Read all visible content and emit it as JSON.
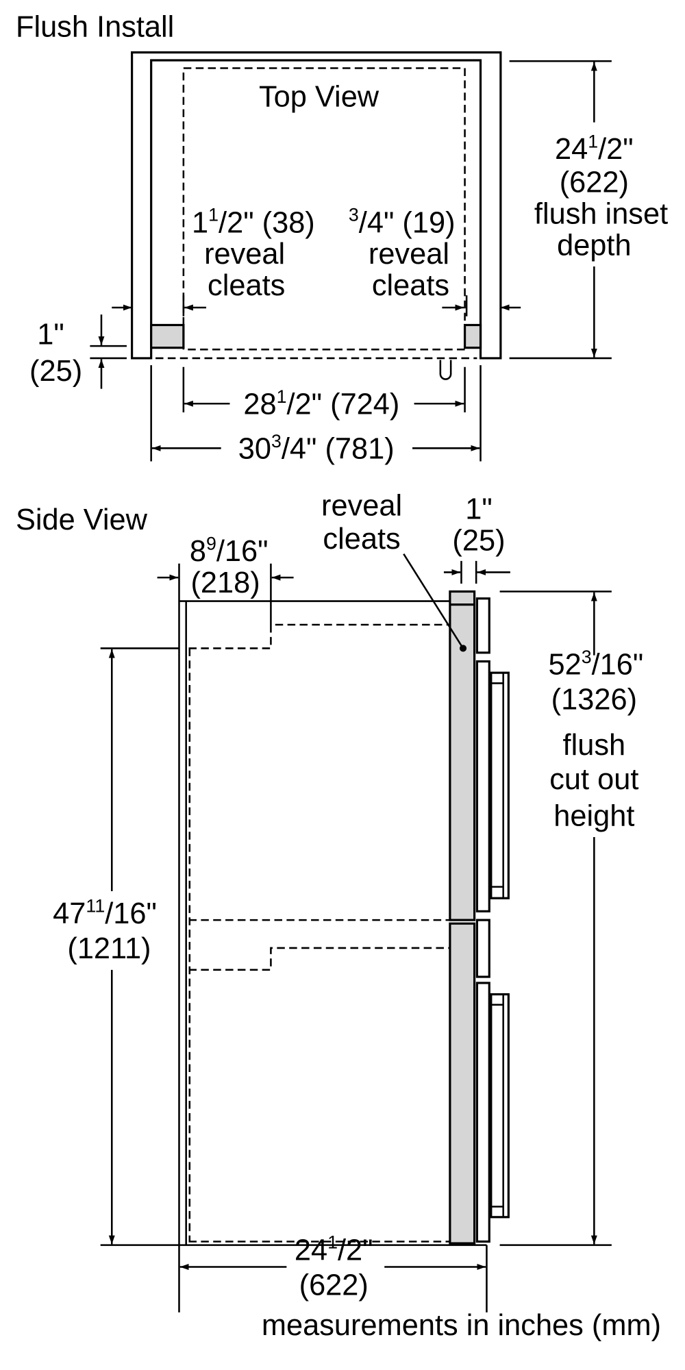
{
  "title": "Flush Install",
  "top_view": {
    "title": "Top View",
    "left_reveal": {
      "whole": "1",
      "num": "1",
      "den": "/2",
      "suffix": "\" (38)",
      "line2": "reveal",
      "line3": "cleats"
    },
    "right_reveal": {
      "num": "3",
      "den": "/4",
      "suffix": "\" (19)",
      "line2": "reveal",
      "line3": "cleats"
    },
    "depth": {
      "whole": "24",
      "num": "1",
      "den": "/2",
      "suffix": "\"",
      "mm": "(622)",
      "line3": "flush inset",
      "line4": "depth"
    },
    "front_offset": {
      "in": "1\"",
      "mm": "(25)"
    },
    "inner_width": {
      "whole": "28",
      "num": "1",
      "den": "/2",
      "suffix": "\" (724)"
    },
    "outer_width": {
      "whole": "30",
      "num": "3",
      "den": "/4",
      "suffix": "\" (781)"
    }
  },
  "side_view": {
    "title": "Side View",
    "reveal_label": {
      "line1": "reveal",
      "line2": "cleats"
    },
    "top_offset": {
      "whole": "8",
      "num": "9",
      "den": "/16",
      "suffix": "\"",
      "mm": "(218)"
    },
    "panel_thickness": {
      "in": "1\"",
      "mm": "(25)"
    },
    "cutout_height": {
      "whole": "52",
      "num": "3",
      "den": "/16",
      "suffix": "\"",
      "mm": "(1326)",
      "line3": "flush",
      "line4": "cut out",
      "line5": "height"
    },
    "unit_height": {
      "whole": "47",
      "num": "11",
      "den": "/16",
      "suffix": "\"",
      "mm": "(1211)"
    },
    "depth": {
      "whole": "24",
      "num": "1",
      "den": "/2",
      "suffix": "\"",
      "mm": "(622)"
    }
  },
  "footer": "measurements in inches (mm)"
}
